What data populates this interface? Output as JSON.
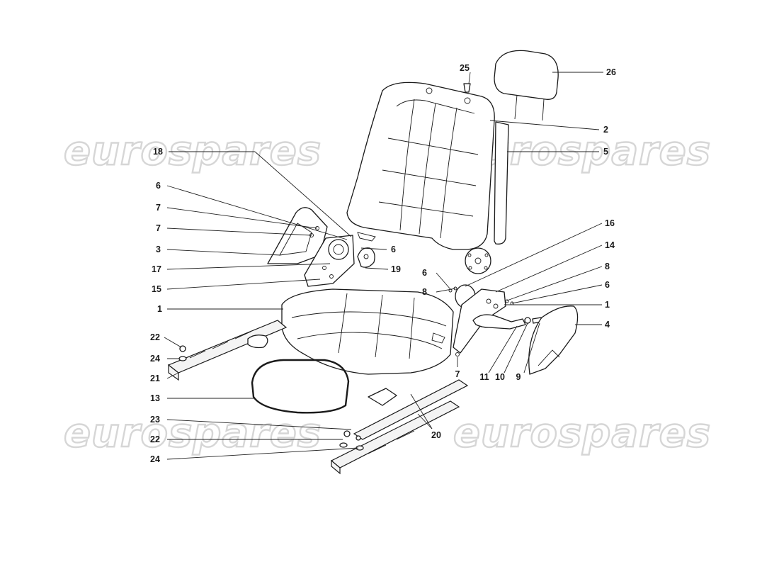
{
  "watermark": {
    "text": "eurospares",
    "color": "#d6d6d6"
  },
  "callouts": [
    {
      "id": "c25",
      "label": "25"
    },
    {
      "id": "c26",
      "label": "26"
    },
    {
      "id": "c2",
      "label": "2"
    },
    {
      "id": "c5",
      "label": "5"
    },
    {
      "id": "c18",
      "label": "18"
    },
    {
      "id": "c6a",
      "label": "6"
    },
    {
      "id": "c7a",
      "label": "7"
    },
    {
      "id": "c7b",
      "label": "7"
    },
    {
      "id": "c3",
      "label": "3"
    },
    {
      "id": "c6b",
      "label": "6"
    },
    {
      "id": "c17",
      "label": "17"
    },
    {
      "id": "c19",
      "label": "19"
    },
    {
      "id": "c15",
      "label": "15"
    },
    {
      "id": "c16",
      "label": "16"
    },
    {
      "id": "c14",
      "label": "14"
    },
    {
      "id": "c6c",
      "label": "6"
    },
    {
      "id": "c8a",
      "label": "8"
    },
    {
      "id": "c8b",
      "label": "8"
    },
    {
      "id": "c6d",
      "label": "6"
    },
    {
      "id": "c1a",
      "label": "1"
    },
    {
      "id": "c1b",
      "label": "1"
    },
    {
      "id": "c4",
      "label": "4"
    },
    {
      "id": "c22a",
      "label": "22"
    },
    {
      "id": "c24a",
      "label": "24"
    },
    {
      "id": "c21",
      "label": "21"
    },
    {
      "id": "c7c",
      "label": "7"
    },
    {
      "id": "c11",
      "label": "11"
    },
    {
      "id": "c10",
      "label": "10"
    },
    {
      "id": "c9",
      "label": "9"
    },
    {
      "id": "c13",
      "label": "13"
    },
    {
      "id": "c23",
      "label": "23"
    },
    {
      "id": "c20",
      "label": "20"
    },
    {
      "id": "c22b",
      "label": "22"
    },
    {
      "id": "c24b",
      "label": "24"
    }
  ]
}
